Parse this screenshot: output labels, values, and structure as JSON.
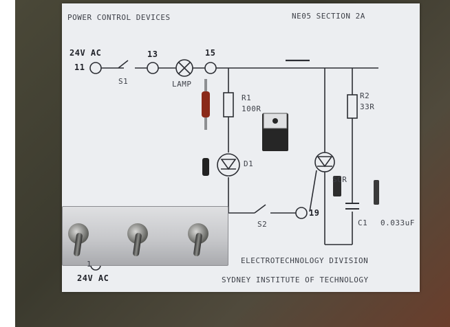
{
  "panel": {
    "title": "POWER CONTROL DEVICES",
    "section": "NE05 SECTION 2A",
    "division": "ELECTROTECHNOLOGY DIVISION",
    "institute": "SYDNEY INSTITUTE OF TECHNOLOGY"
  },
  "supply": {
    "top_label": "24V AC",
    "bottom_label": "24V AC",
    "terminal_in": "11",
    "terminal_return": "1"
  },
  "components": {
    "switch_s1": "S1",
    "terminal_13": "13",
    "lamp": "LAMP",
    "terminal_15": "15",
    "resistor_r1_name": "R1",
    "resistor_r1_value": "100R",
    "diode_d1": "D1",
    "resistor_r2_name": "R2",
    "resistor_r2_value": "33R",
    "scr": "SCR",
    "switch_s2": "S2",
    "terminal_19": "19",
    "capacitor_c1_name": "C1",
    "capacitor_c1_value": "0.033uF"
  },
  "colors": {
    "panel": "#eceef1",
    "ink": "#2b2d33",
    "resistor_body": "#8a2a1a",
    "device_body": "#262626"
  }
}
